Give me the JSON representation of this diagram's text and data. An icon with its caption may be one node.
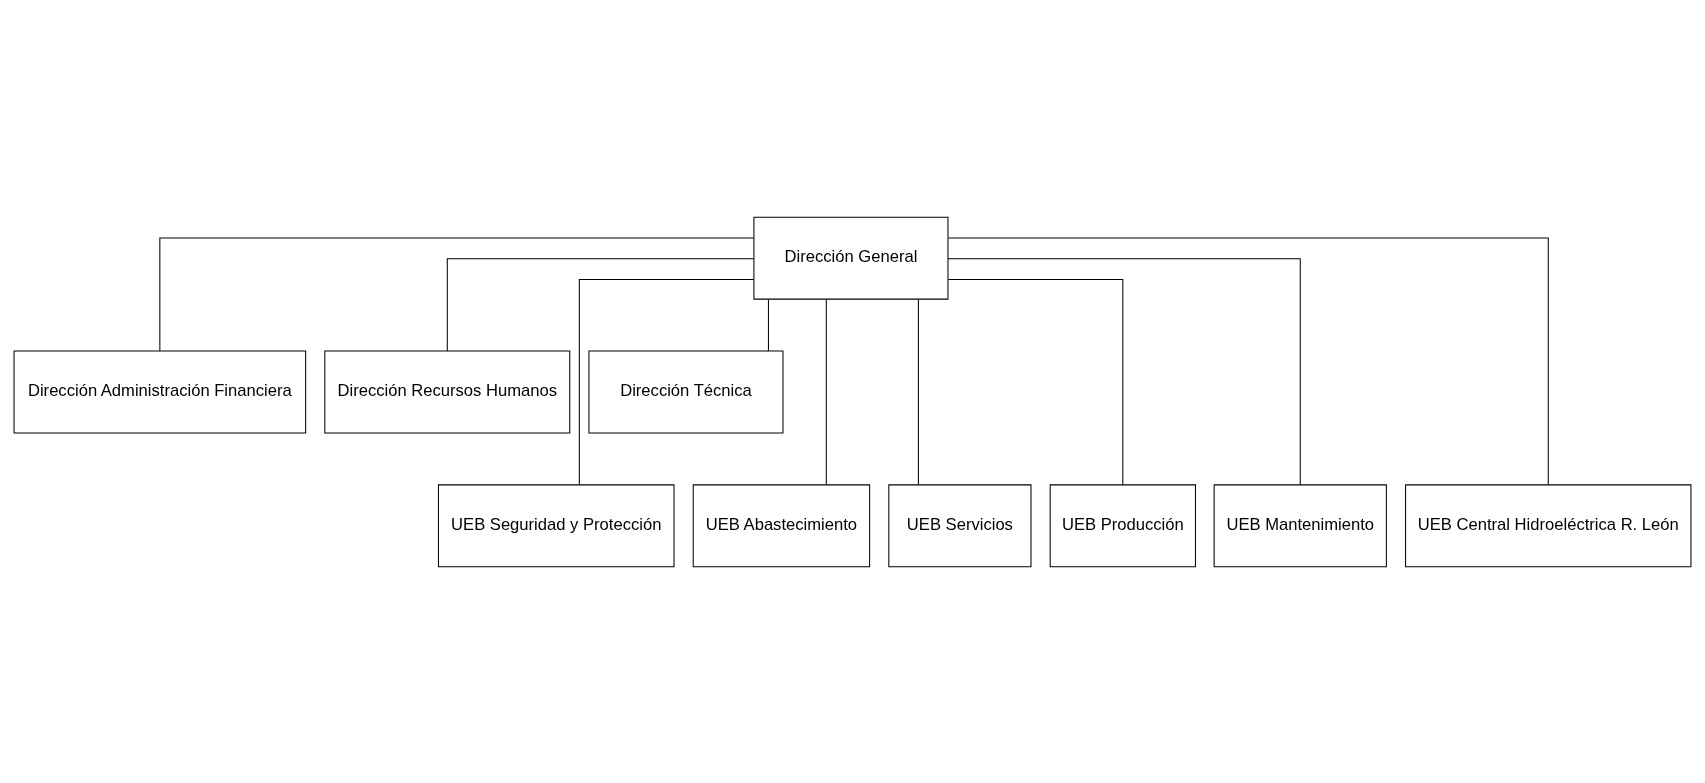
{
  "diagram": {
    "nodes": [
      {
        "text": [
          "Dirección General"
        ]
      },
      {
        "text": [
          "Dirección Administración Financiera"
        ]
      },
      {
        "text": [
          "Dirección Recursos Humanos"
        ]
      },
      {
        "text": [
          "Dirección Técnica"
        ]
      },
      {
        "text": [
          "UEB Seguridad y Protección"
        ]
      },
      {
        "text": [
          "UEB Abastecimiento"
        ]
      },
      {
        "text": [
          "UEB Servicios"
        ]
      },
      {
        "text": [
          "UEB Producción"
        ]
      },
      {
        "text": [
          "UEB Mantenimiento"
        ]
      },
      {
        "text": [
          "UEB Central Hidroeléctrica R. León"
        ]
      }
    ],
    "edges": [
      {
        "from": 0,
        "to": 1,
        "arrow": "none"
      },
      {
        "from": 0,
        "to": 2,
        "arrow": "none"
      },
      {
        "from": 0,
        "to": 3,
        "arrow": "none"
      },
      {
        "from": 0,
        "to": 4,
        "arrow": "none"
      },
      {
        "from": 0,
        "to": 5,
        "arrow": "none"
      },
      {
        "from": 0,
        "to": 6,
        "arrow": "none"
      },
      {
        "from": 0,
        "to": 7,
        "arrow": "none"
      },
      {
        "from": 0,
        "to": 8,
        "arrow": "none"
      },
      {
        "from": 0,
        "to": 9,
        "arrow": "none"
      }
    ]
  }
}
